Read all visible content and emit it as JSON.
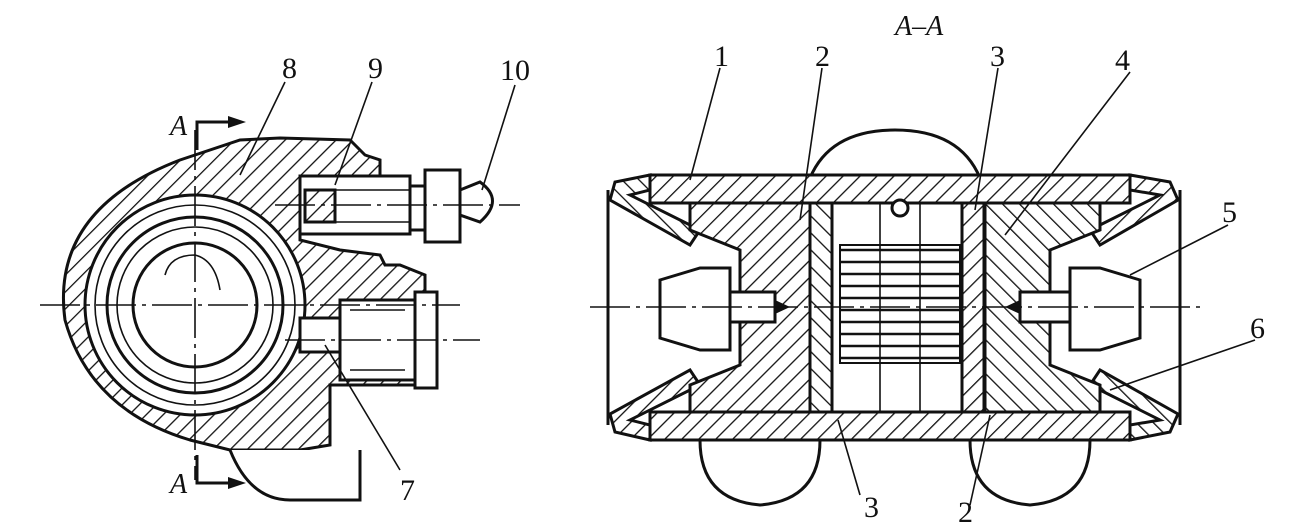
{
  "section_title": "A–A",
  "section_marks": {
    "top": "A",
    "bottom": "A"
  },
  "labels": {
    "l1": "1",
    "l2a": "2",
    "l2b": "2",
    "l3a": "3",
    "l3b": "3",
    "l4": "4",
    "l5": "5",
    "l6": "6",
    "l7": "7",
    "l8": "8",
    "l9": "9",
    "l10": "10"
  }
}
